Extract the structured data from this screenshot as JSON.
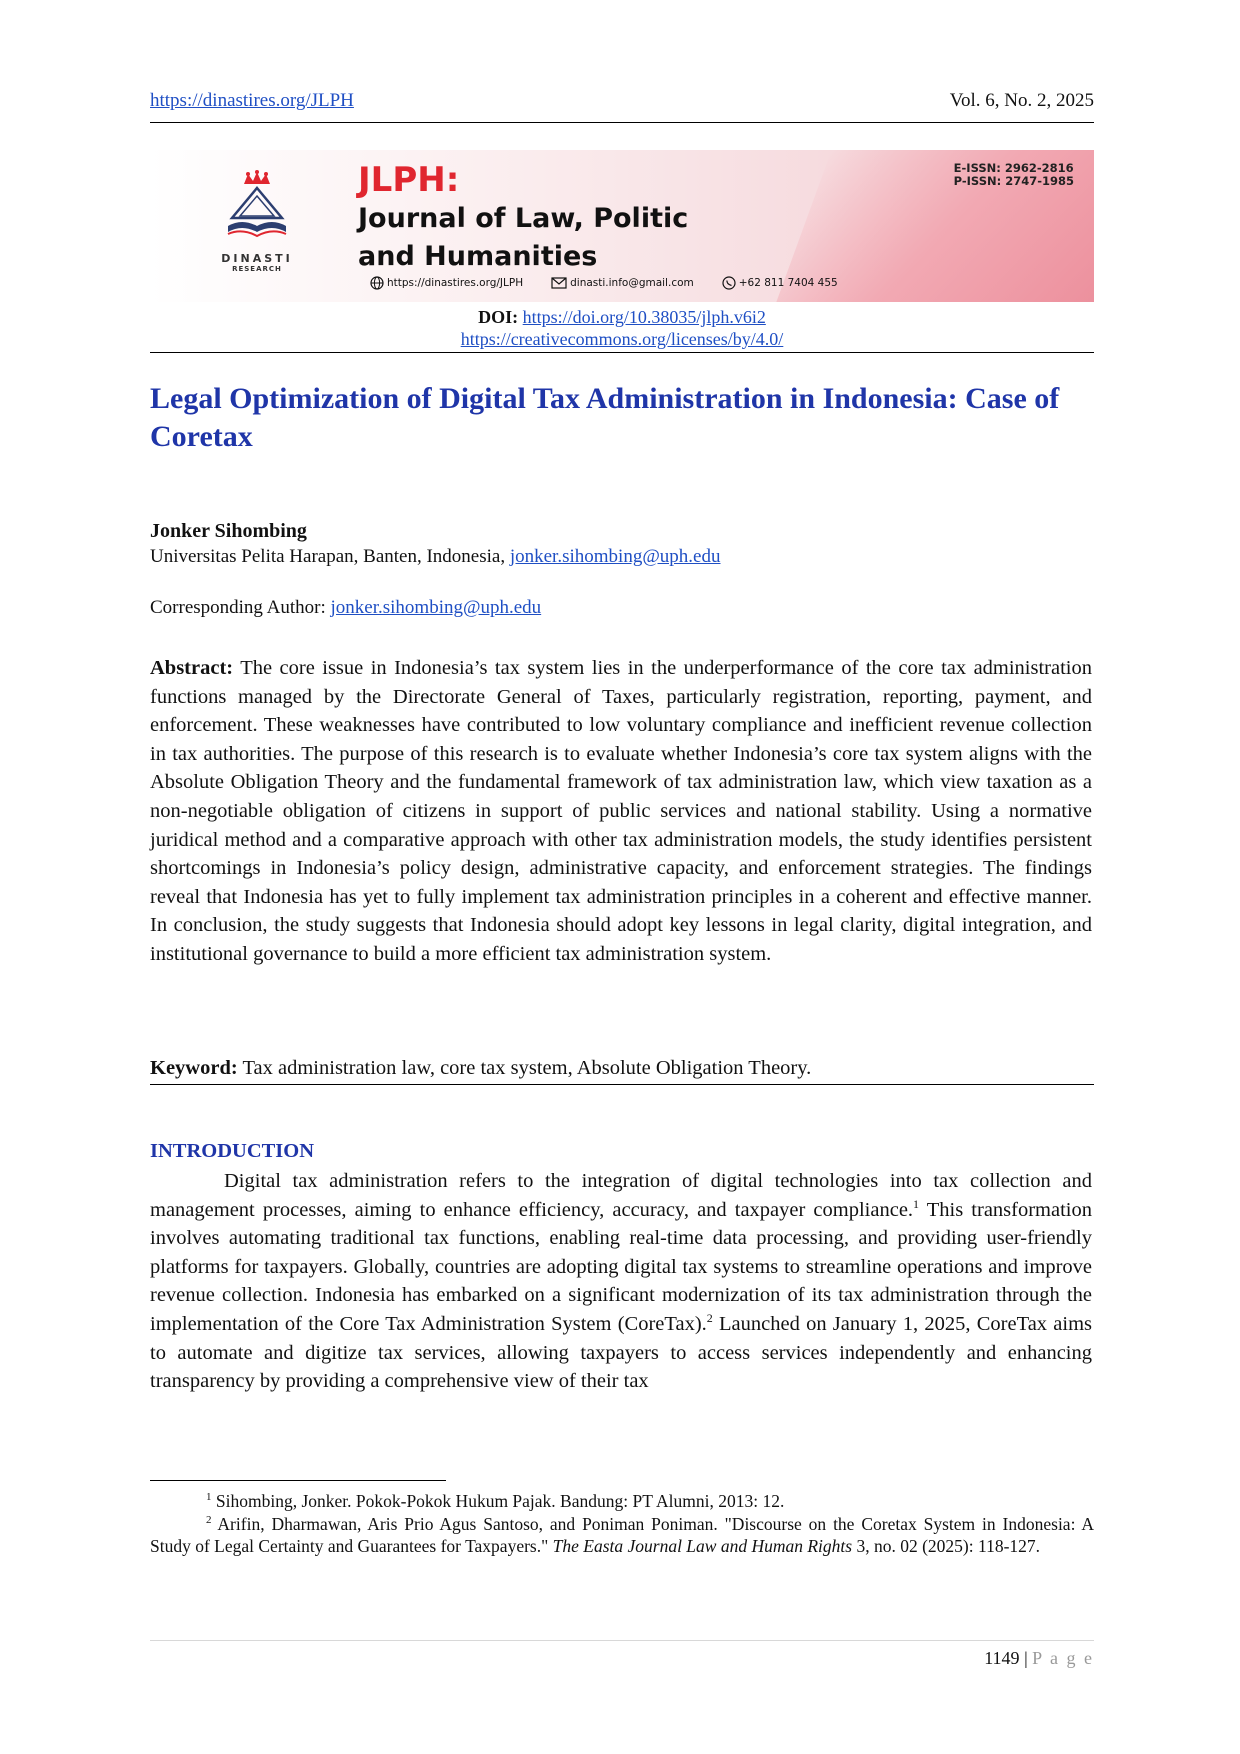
{
  "header": {
    "url": "https://dinastires.org/JLPH",
    "volume": "Vol. 6, No. 2, 2025"
  },
  "banner": {
    "logo_name": "DINASTI",
    "logo_sub": "RESEARCH",
    "journal_abbr": "JLPH:",
    "journal_name_line1": "Journal of Law, Politic",
    "journal_name_line2": "and Humanities",
    "eissn": "E-ISSN: 2962-2816",
    "pissn": "P-ISSN: 2747-1985",
    "website": "https://dinastires.org/JLPH",
    "email": "dinasti.info@gmail.com",
    "phone": "+62 811 7404 455",
    "accent_color": "#e0262f"
  },
  "doi": {
    "label": "DOI:",
    "doi_url": "https://doi.org/10.38035/jlph.v6i2",
    "license_url": "https://creativecommons.org/licenses/by/4.0/"
  },
  "title": "Legal Optimization of Digital Tax Administration in Indonesia: Case of Coretax",
  "author": {
    "name": "Jonker Sihombing",
    "affiliation": "Universitas Pelita Harapan, Banten, Indonesia, ",
    "email": "jonker.sihombing@uph.edu",
    "corresponding_label": "Corresponding Author: ",
    "corresponding_email": "jonker.sihombing@uph.edu"
  },
  "abstract": {
    "label": "Abstract:",
    "text": " The core issue in Indonesia’s tax system lies in the underperformance of the core tax administration functions managed by the Directorate General of Taxes, particularly registration, reporting, payment, and enforcement. These weaknesses have contributed to low voluntary compliance and inefficient revenue collection in tax authorities. The purpose of this research is to evaluate whether Indonesia’s core tax system aligns with the Absolute Obligation Theory and the fundamental framework of tax administration law, which view taxation as a non-negotiable obligation of citizens in support of public services and national stability. Using a normative juridical method and a comparative approach with other tax administration models, the study identifies persistent shortcomings in Indonesia’s policy design, administrative capacity, and enforcement strategies. The findings reveal that Indonesia has yet to fully implement tax administration principles in a coherent and effective manner. In conclusion, the study suggests that Indonesia should adopt key lessons in legal clarity, digital integration, and institutional governance to build a more efficient tax administration system."
  },
  "keyword": {
    "label": "Keyword:",
    "text": " Tax administration law, core tax system, Absolute Obligation Theory."
  },
  "introduction": {
    "heading": "INTRODUCTION",
    "part1": "Digital tax administration refers to the integration of digital technologies into tax collection and management processes, aiming to enhance efficiency, accuracy, and taxpayer compliance.",
    "ref1": "1",
    "part2": " This transformation involves automating traditional tax functions, enabling real-time data processing, and providing user-friendly platforms for taxpayers. Globally, countries are adopting digital tax systems to streamline operations and improve revenue collection. Indonesia has embarked on a significant modernization of its tax administration through the implementation of the Core Tax Administration System (CoreTax).",
    "ref2": "2",
    "part3": " Launched on January 1, 2025, CoreTax aims to automate and digitize tax services, allowing taxpayers to access services independently and enhancing transparency by providing a comprehensive view of their tax"
  },
  "footnotes": {
    "fn1_num": "1",
    "fn1_text": " Sihombing, Jonker. Pokok-Pokok Hukum Pajak. Bandung: PT Alumni, 2013: 12.",
    "fn2_num": "2",
    "fn2_text": " Arifin, Dharmawan, Aris Prio Agus Santoso, and Poniman Poniman. \"Discourse on the Coretax System in Indonesia: A Study of Legal Certainty and Guarantees for Taxpayers.\" ",
    "fn2_journal": "The Easta Journal Law and Human Rights",
    "fn2_tail": " 3, no. 02 (2025): 118-127."
  },
  "footer": {
    "page_number": "1149",
    "separator": " | ",
    "page_word": "P a g e"
  }
}
